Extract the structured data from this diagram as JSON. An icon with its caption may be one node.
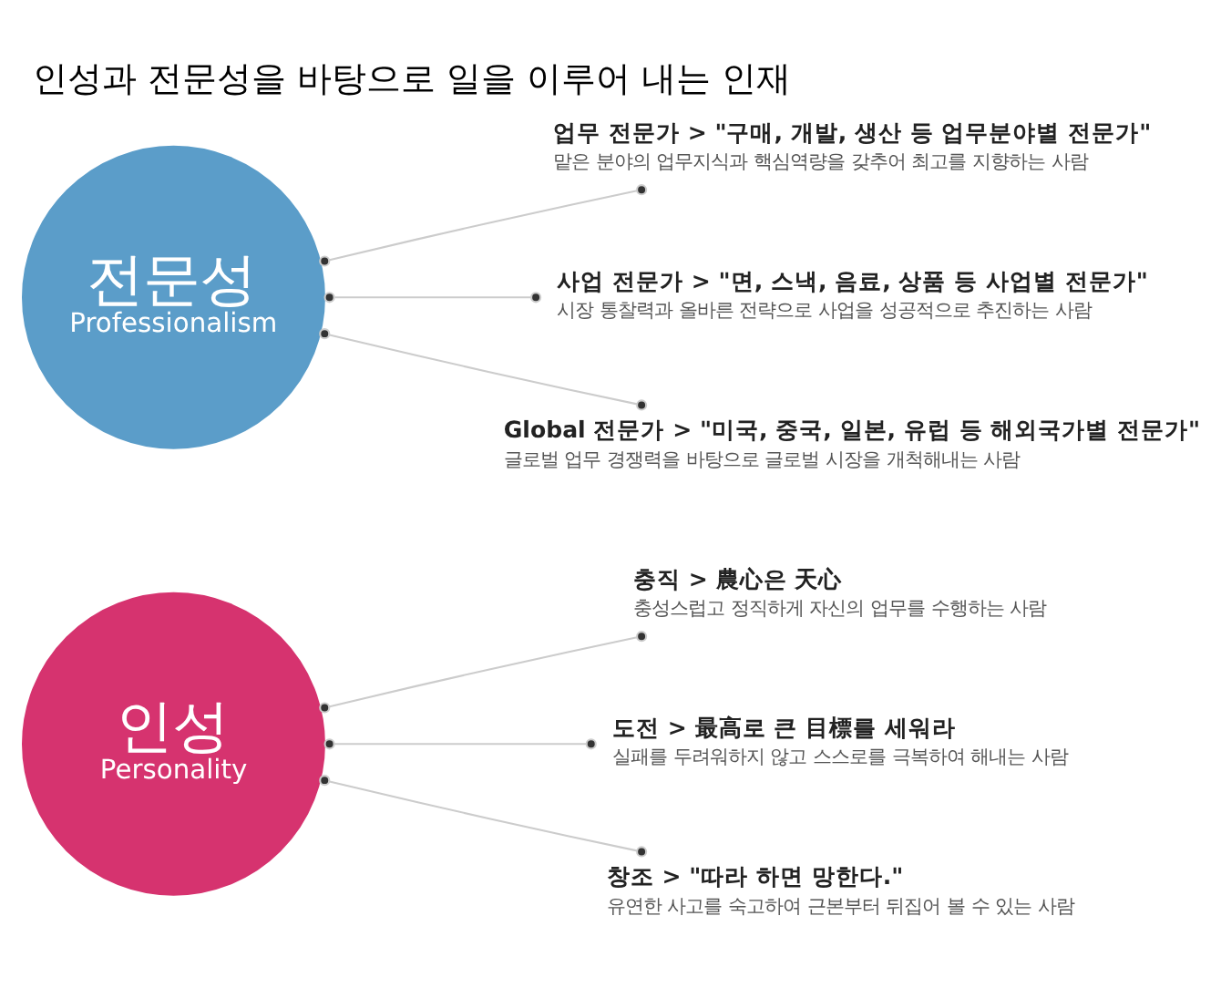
{
  "diagram": {
    "title": "인성과 전문성을 바탕으로 일을 이루어 내는 인재",
    "nodes": [
      {
        "text": [
          "인성",
          "Personality"
        ]
      },
      {
        "text": [
          "충직 > 農心은 天心",
          "충성스럽고 정직하게 자신의 업무를 수행하는 사람"
        ]
      },
      {
        "text": [
          "도전 > 最高로 큰 目標를 세워라",
          "실패를 두려워하지 않고 스스로를 극복하여 해내는 사람"
        ]
      },
      {
        "text": [
          "창조 > \"따라 하면 망한다.\"",
          "유연한 사고를 숙고하여 근본부터 뒤집어 볼 수 있는 사람"
        ]
      },
      {
        "text": [
          "전문성",
          "Professionalism"
        ]
      },
      {
        "text": [
          "업무 전문가 > \"구매, 개발, 생산 등 업무분야별 전문가\"",
          "맡은 분야의 업무지식과 핵심역량을 갖추어 최고를 지향하는 사람"
        ]
      },
      {
        "text": [
          "사업 전문가 > \"면, 스낵, 음료, 상품 등 사업별 전문가\"",
          "시장 통찰력과 올바른 전략으로 사업을 성공적으로 추진하는 사람"
        ]
      },
      {
        "text": [
          "Global 전문가 > \"미국, 중국, 일본, 유럽 등 해외국가별 전문가\"",
          "글로벌 업무 경쟁력을 바탕으로 글로벌 시장을 개척해내는 사람"
        ]
      }
    ],
    "edges": [
      {
        "from": 0,
        "to": 1,
        "arrow": "other"
      },
      {
        "from": 0,
        "to": 2,
        "arrow": "other"
      },
      {
        "from": 0,
        "to": 3,
        "arrow": "other"
      },
      {
        "from": 4,
        "to": 5,
        "arrow": "other"
      },
      {
        "from": 4,
        "to": 6,
        "arrow": "other"
      },
      {
        "from": 4,
        "to": 7,
        "arrow": "other"
      }
    ]
  }
}
